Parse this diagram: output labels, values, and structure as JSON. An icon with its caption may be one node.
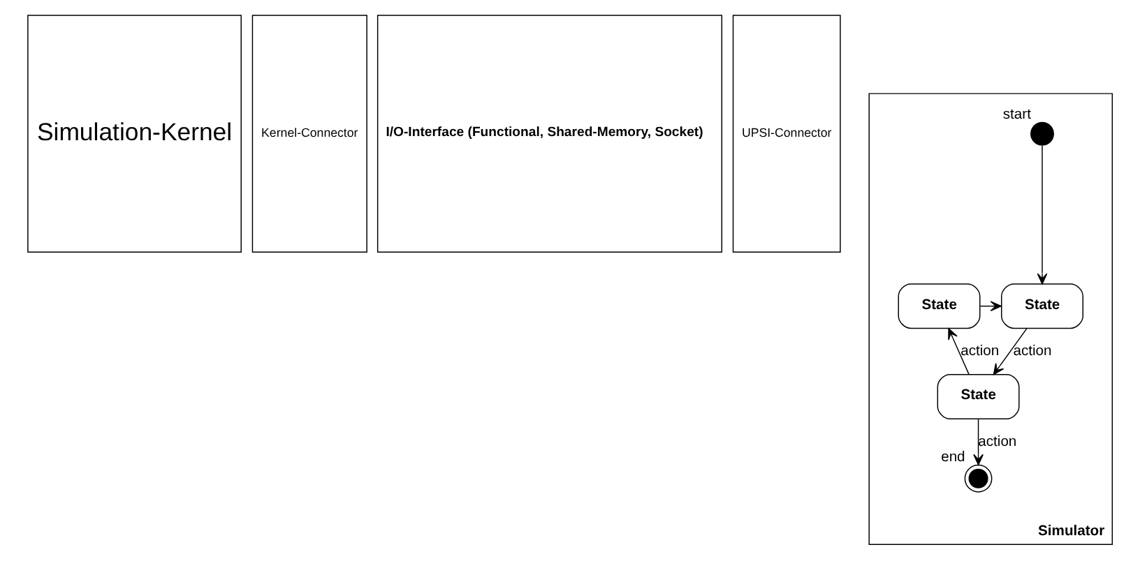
{
  "diagram": {
    "nodes": [
      {
        "text": [
          "Simulation-Kernel"
        ]
      },
      {
        "text": [
          "Kernel-Connector"
        ]
      },
      {
        "text": [
          "I/O-Interface (Functional, Shared-Memory, Socket)"
        ]
      },
      {
        "text": [
          "UPSI-Connector"
        ]
      },
      {
        "text": [
          "Simulator"
        ]
      },
      {
        "text": [],
        "shape": "circle",
        "in": 4,
        "beside": [
          "start"
        ]
      },
      {
        "text": [
          "State"
        ],
        "in": 4
      },
      {
        "text": [
          "State"
        ],
        "in": 4
      },
      {
        "text": [
          "State"
        ],
        "in": 4
      },
      {
        "text": [],
        "shape": "circle",
        "in": 4,
        "beside": [
          "end"
        ]
      }
    ],
    "edges": [
      {
        "from": 5,
        "to": 6,
        "arrow": "to"
      },
      {
        "from": 7,
        "to": 6,
        "arrow": "to"
      },
      {
        "from": 6,
        "to": 8,
        "arrow": "to",
        "label": "action"
      },
      {
        "from": 8,
        "to": 7,
        "arrow": "to",
        "label": "action"
      },
      {
        "from": 8,
        "to": 9,
        "arrow": "to",
        "label": "action"
      }
    ]
  }
}
